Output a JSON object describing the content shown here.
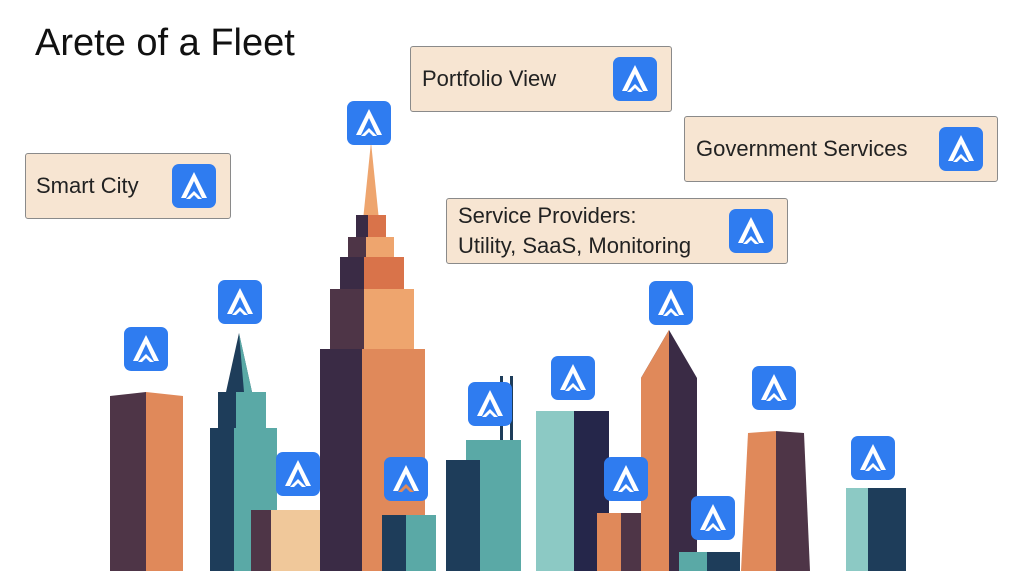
{
  "title": "Arete of a Fleet",
  "labels": {
    "portfolio": "Portfolio View",
    "government": "Government Services",
    "smart_city": "Smart City",
    "service_line1": "Service Providers:",
    "service_line2": "Utility, SaaS, Monitoring"
  },
  "icons": {
    "name": "arete-logo-icon",
    "color": "#2f7cf0"
  },
  "colors": {
    "label_bg": "#f7e5d2",
    "dark": "#4e3547",
    "orange": "#e0895a",
    "teal": "#5aa9a6",
    "navy": "#1e3d5a"
  }
}
